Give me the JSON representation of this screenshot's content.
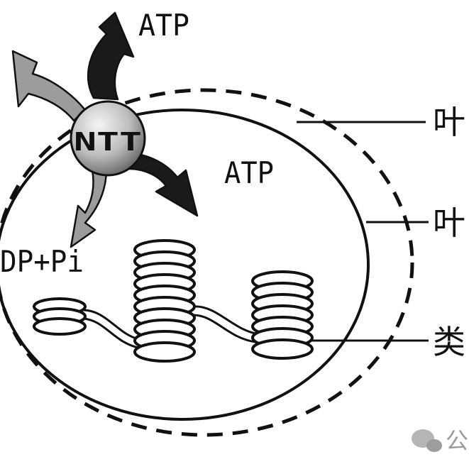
{
  "labels": {
    "atp_top": "ATP",
    "atp_right": "ATP",
    "adp_pi": "DP+Pi",
    "ntt": "NTT",
    "callout_outer_membrane": "叶",
    "callout_inner_membrane": "叶",
    "callout_thylakoid": "类"
  },
  "watermark": {
    "text": "公"
  },
  "colors": {
    "ink": "#111111",
    "arrow_dark": "#1a1a1a",
    "arrow_gray": "#9c9c9c",
    "sphere_light": "#f2f2f2",
    "sphere_dark": "#6e6e6e",
    "watermark": "#9a9a9a"
  }
}
